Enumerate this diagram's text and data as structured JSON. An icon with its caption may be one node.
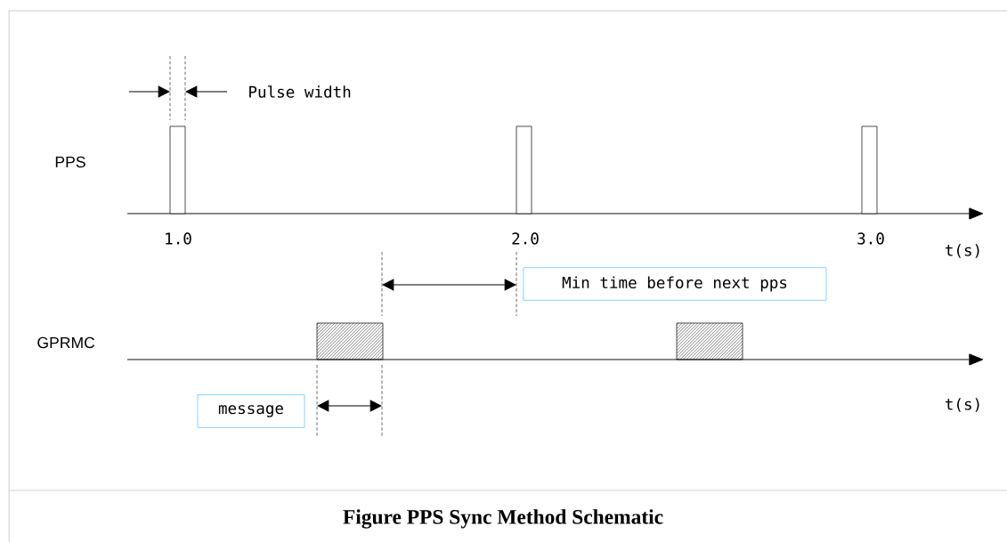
{
  "diagram": {
    "caption": "Figure PPS Sync Method Schematic",
    "nodes": [
      {
        "text": [
          "Min time before next pps"
        ]
      },
      {
        "text": [
          "message"
        ]
      }
    ],
    "labels": [
      "Pulse width",
      "PPS",
      "1.0",
      "2.0",
      "3.0",
      "t(s)",
      "GPRMC",
      "t(s)"
    ]
  }
}
